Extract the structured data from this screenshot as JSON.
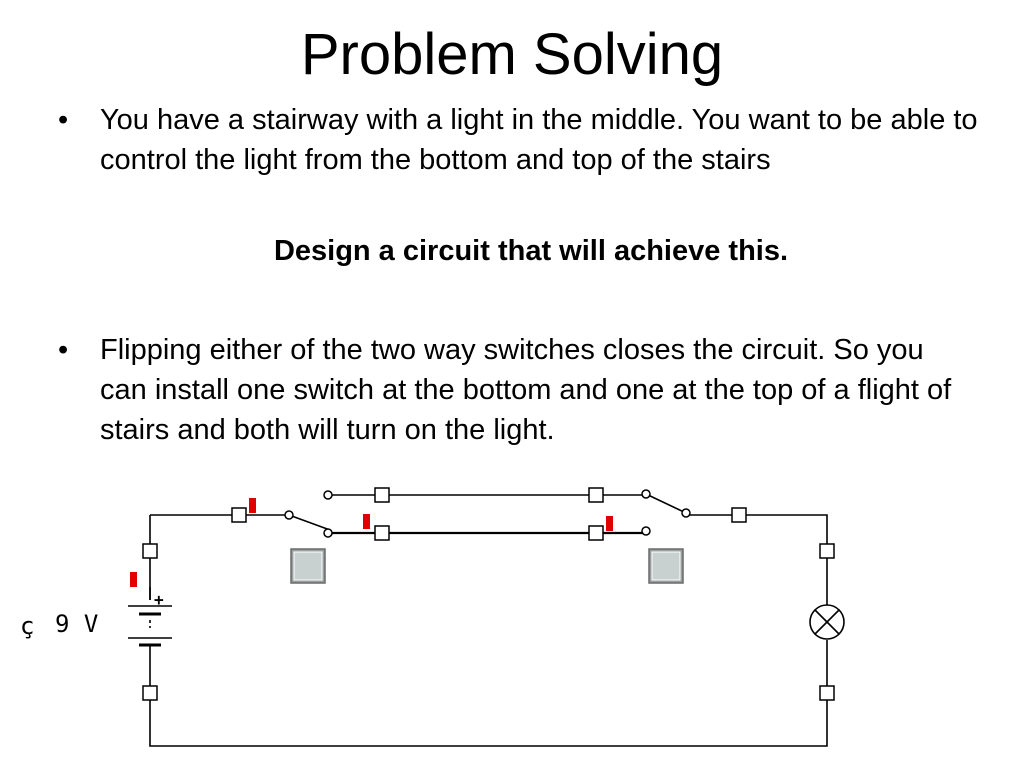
{
  "slide": {
    "title": "Problem Solving",
    "bullets": [
      {
        "marker": "•",
        "text": "You have a stairway with a light in the middle. You want to be able to control the light from the bottom and top of the stairs"
      },
      {
        "marker": "•",
        "text": "Flipping either of the two way switches closes the circuit. So you can install one switch at the bottom and one at the top of a flight of stairs and both will turn on the light."
      }
    ],
    "emphasis": "Design a circuit that will achieve this."
  },
  "circuit": {
    "battery_label": "9 V",
    "battery_clip_label": "ç",
    "battery_plus": "+",
    "colors": {
      "wire": "#000000",
      "marker": "#e00000",
      "button_fill": "#c8d0d0",
      "button_border": "#8a8a8a"
    },
    "icons": [
      "battery-icon",
      "lamp-icon",
      "switch-icon",
      "toggle-button-icon"
    ]
  }
}
